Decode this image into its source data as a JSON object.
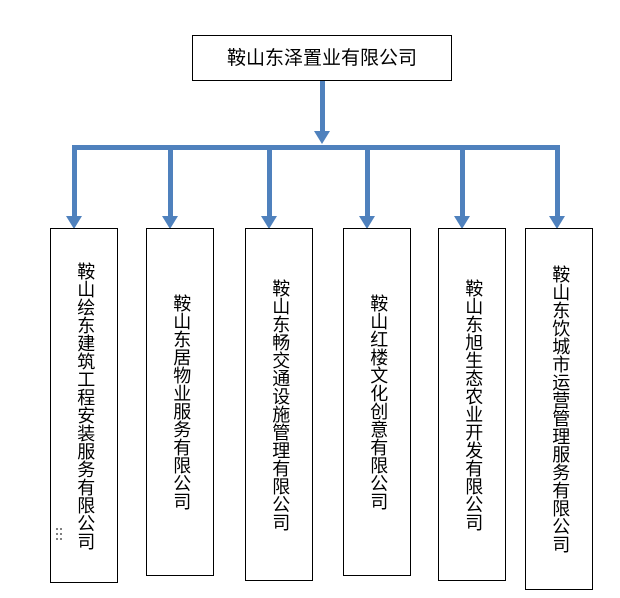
{
  "diagram": {
    "type": "organization-chart",
    "orientation": "top-down",
    "connector_color": "#4F81BD",
    "box_border_color": "#000000",
    "background_color": "#FFFFFF",
    "root": {
      "label": "鞍山东泽置业有限公司",
      "text_direction": "horizontal"
    },
    "children": [
      {
        "label": "鞍山绘东建筑工程安装服务有限公司",
        "text_direction": "vertical"
      },
      {
        "label": "鞍山东居物业服务有限公司",
        "text_direction": "vertical"
      },
      {
        "label": "鞍山东畅交通设施管理有限公司",
        "text_direction": "vertical"
      },
      {
        "label": "鞍山红楼文化创意有限公司",
        "text_direction": "vertical"
      },
      {
        "label": "鞍山东旭生态农业开发有限公司",
        "text_direction": "vertical"
      },
      {
        "label": "鞍山东饮城市运营管理服务有限公司",
        "text_direction": "vertical"
      }
    ]
  }
}
